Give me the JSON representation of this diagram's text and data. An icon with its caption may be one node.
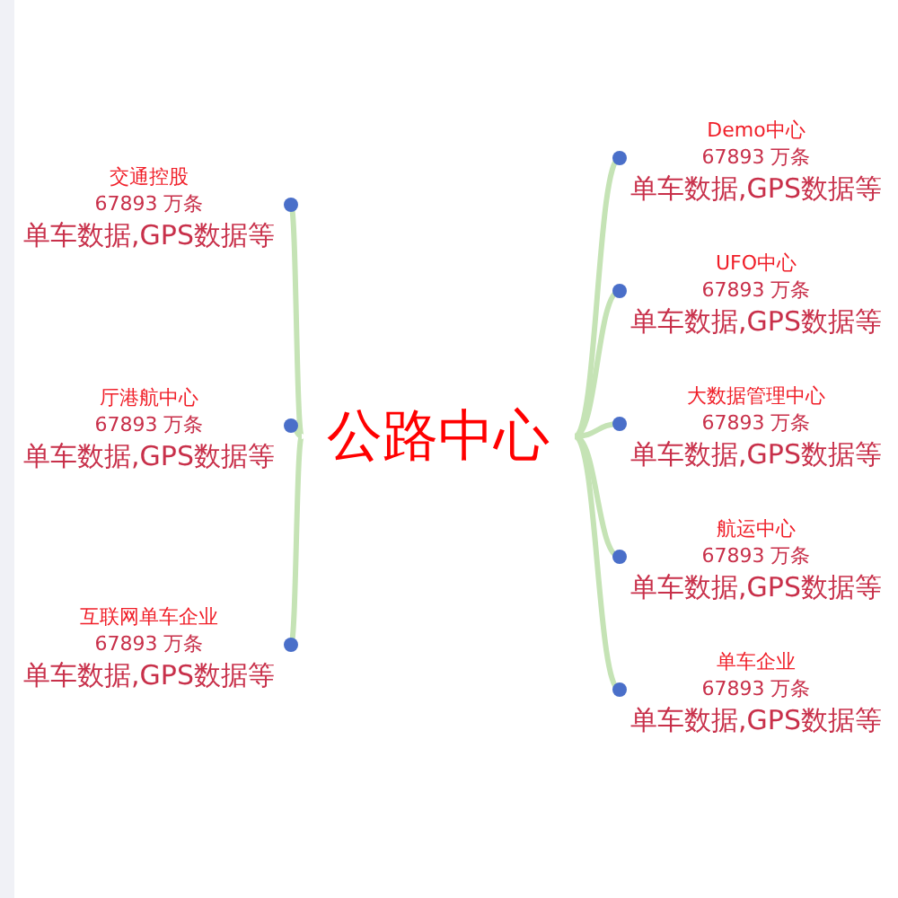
{
  "diagram": {
    "nodes": [
      {
        "text": [
          "公路中心"
        ]
      },
      {
        "text": [
          "交通控股",
          "67893 万条",
          "单车数据,GPS数据等"
        ]
      },
      {
        "text": [
          "厅港航中心",
          "67893 万条",
          "单车数据,GPS数据等"
        ]
      },
      {
        "text": [
          "互联网单车企业",
          "67893 万条",
          "单车数据,GPS数据等"
        ]
      },
      {
        "text": [
          "Demo中心",
          "67893 万条",
          "单车数据,GPS数据等"
        ]
      },
      {
        "text": [
          "UFO中心",
          "67893 万条",
          "单车数据,GPS数据等"
        ]
      },
      {
        "text": [
          "大数据管理中心",
          "67893 万条",
          "单车数据,GPS数据等"
        ]
      },
      {
        "text": [
          "航运中心",
          "67893 万条",
          "单车数据,GPS数据等"
        ]
      },
      {
        "text": [
          "单车企业",
          "67893 万条",
          "单车数据,GPS数据等"
        ]
      }
    ],
    "edges": [
      {
        "from": 0,
        "to": 1,
        "arrow": "none"
      },
      {
        "from": 0,
        "to": 2,
        "arrow": "none"
      },
      {
        "from": 0,
        "to": 3,
        "arrow": "none"
      },
      {
        "from": 0,
        "to": 4,
        "arrow": "none"
      },
      {
        "from": 0,
        "to": 5,
        "arrow": "none"
      },
      {
        "from": 0,
        "to": 6,
        "arrow": "none"
      },
      {
        "from": 0,
        "to": 7,
        "arrow": "none"
      },
      {
        "from": 0,
        "to": 8,
        "arrow": "none"
      }
    ]
  }
}
